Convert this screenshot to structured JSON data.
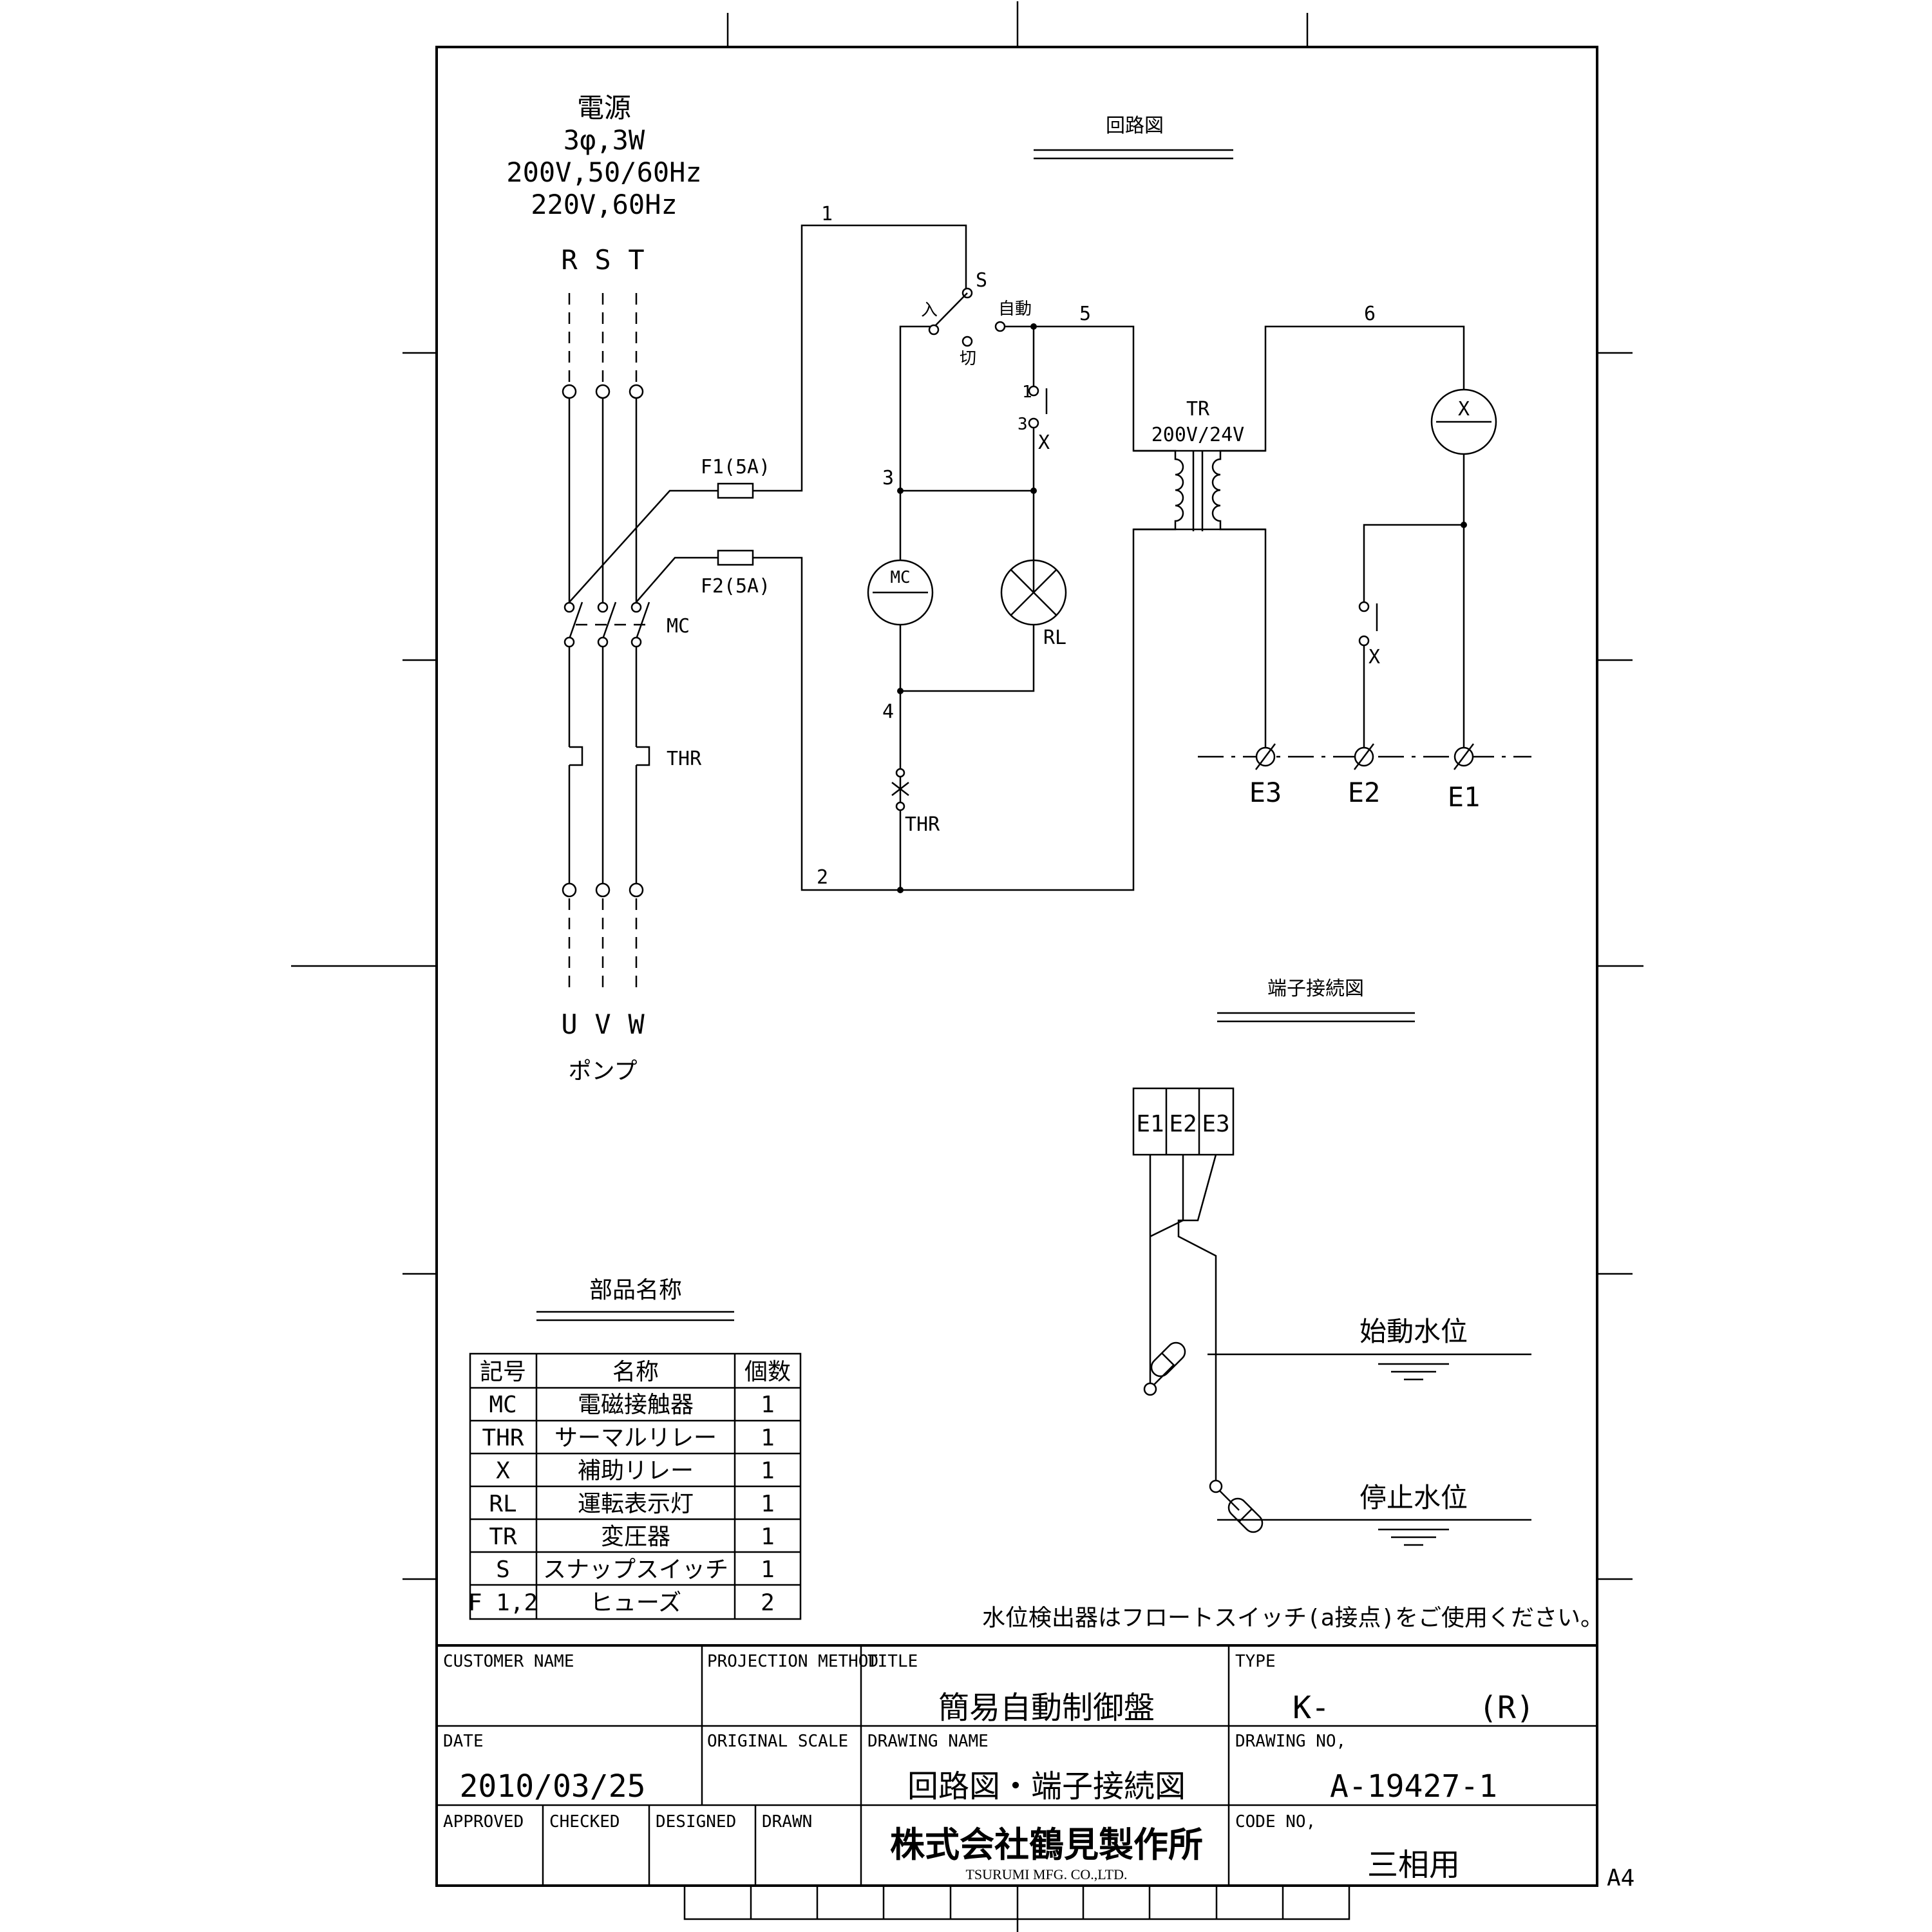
{
  "power": {
    "label": "電源",
    "phase": "3φ,3W",
    "v1": "200V,50/60Hz",
    "v2": "220V,60Hz",
    "in_r": "R",
    "in_s": "S",
    "in_t": "T",
    "out_u": "U",
    "out_v": "V",
    "out_w": "W",
    "pump": "ポンプ"
  },
  "circuit": {
    "title": "回路図",
    "f1": "F1(5A)",
    "f2": "F2(5A)",
    "mc": "MC",
    "thr": "THR",
    "node1": "1",
    "node2": "2",
    "node3": "3",
    "node4": "4",
    "node5": "5",
    "node6": "6",
    "sw_s": "S",
    "sw_on": "入",
    "sw_auto": "自動",
    "sw_off": "切",
    "x_pin1": "1",
    "x_pin3": "3",
    "x": "X",
    "rl": "RL",
    "tr": "TR",
    "tr_rating": "200V/24V",
    "e1": "E1",
    "e2": "E2",
    "e3": "E3"
  },
  "terminal": {
    "title": "端子接続図",
    "e1": "E1",
    "e2": "E2",
    "e3": "E3",
    "start_level": "始動水位",
    "stop_level": "停止水位"
  },
  "parts": {
    "title": "部品名称",
    "headers": [
      "記号",
      "名称",
      "個数"
    ],
    "rows": [
      [
        "MC",
        "電磁接触器",
        "1"
      ],
      [
        "THR",
        "サーマルリレー",
        "1"
      ],
      [
        "X",
        "補助リレー",
        "1"
      ],
      [
        "RL",
        "運転表示灯",
        "1"
      ],
      [
        "TR",
        "変圧器",
        "1"
      ],
      [
        "S",
        "スナップスイッチ",
        "1"
      ],
      [
        "F 1,2",
        "ヒューズ",
        "2"
      ]
    ]
  },
  "note": "水位検出器はフロートスイッチ(a接点)をご使用ください。",
  "title_block": {
    "customer_name_label": "CUSTOMER NAME",
    "projection_label": "PROJECTION METHOD",
    "title_label": "TITLE",
    "title_value": "簡易自動制御盤",
    "type_label": "TYPE",
    "type_value": "K-        (R)",
    "date_label": "DATE",
    "date_value": "2010/03/25",
    "scale_label": "ORIGINAL SCALE",
    "drawing_name_label": "DRAWING NAME",
    "drawing_name_value": "回路図・端子接続図",
    "drawing_no_label": "DRAWING NO,",
    "drawing_no_value": "A-19427-1",
    "approved_label": "APPROVED",
    "checked_label": "CHECKED",
    "designed_label": "DESIGNED",
    "drawn_label": "DRAWN",
    "company_jp": "株式会社鶴見製作所",
    "company_en": "TSURUMI MFG. CO.,LTD.",
    "code_no_label": "CODE NO,",
    "code_no_value": "三相用"
  },
  "sheet_size": "A4"
}
